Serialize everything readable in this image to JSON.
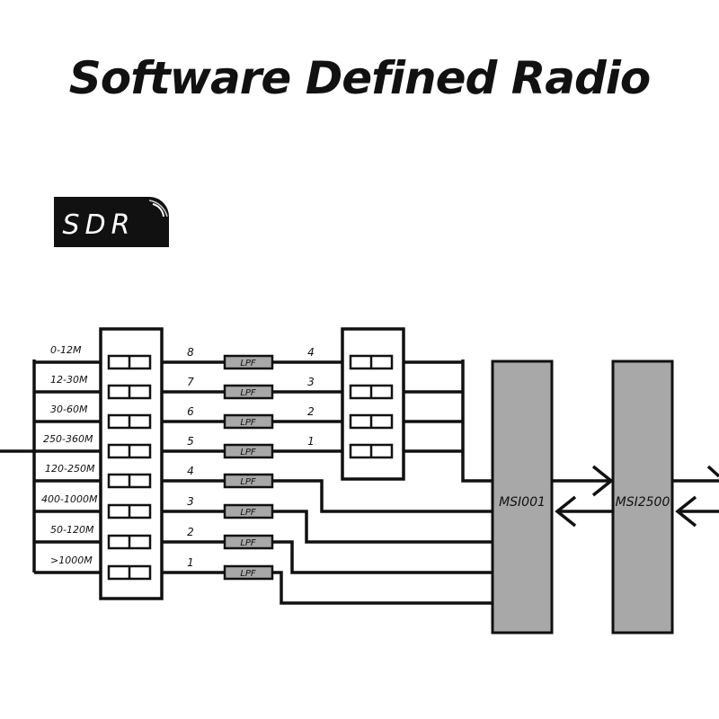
{
  "title": "Software Defined Radio",
  "badge": "SDR",
  "bands": [
    "0-12M",
    "12-30M",
    "30-60M",
    "250-360M",
    "120-250M",
    "400-1000M",
    "50-120M",
    ">1000M"
  ],
  "switch_nums": [
    "8",
    "7",
    "6",
    "5",
    "4",
    "3",
    "2",
    "1"
  ],
  "filter_label": "LPF",
  "switch2_nums": [
    "4",
    "3",
    "2",
    "1"
  ],
  "chip1": "MSI001",
  "chip2": "MSI2500"
}
